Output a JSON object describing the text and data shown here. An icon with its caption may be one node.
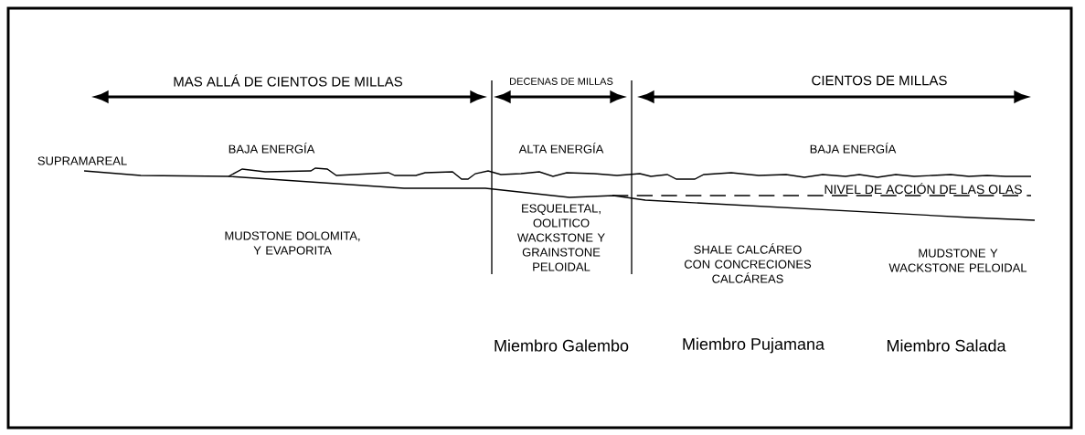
{
  "diagram": {
    "labels": [
      "MAS ALLÁ DE CIENTOS DE MILLAS",
      "DECENAS DE MILLAS",
      "CIENTOS DE MILLAS",
      "SUPRAMAREAL",
      "BAJA ENERGÍA",
      "ALTA ENERGÍA",
      "BAJA ENERGÍA",
      "NIVEL DE ACCIÓN DE LAS OLAS",
      "MUDSTONE DOLOMITA, Y EVAPORITA",
      "ESQUELETAL, OOLITICO WACKSTONE Y GRAINSTONE PELOIDAL",
      "SHALE CALCÁREO CON CONCRECIONES CALCÁREAS",
      "MUDSTONE Y WACKSTONE PELOIDAL",
      "Miembro Galembo",
      "Miembro Pujamana",
      "Miembro Salada"
    ]
  }
}
